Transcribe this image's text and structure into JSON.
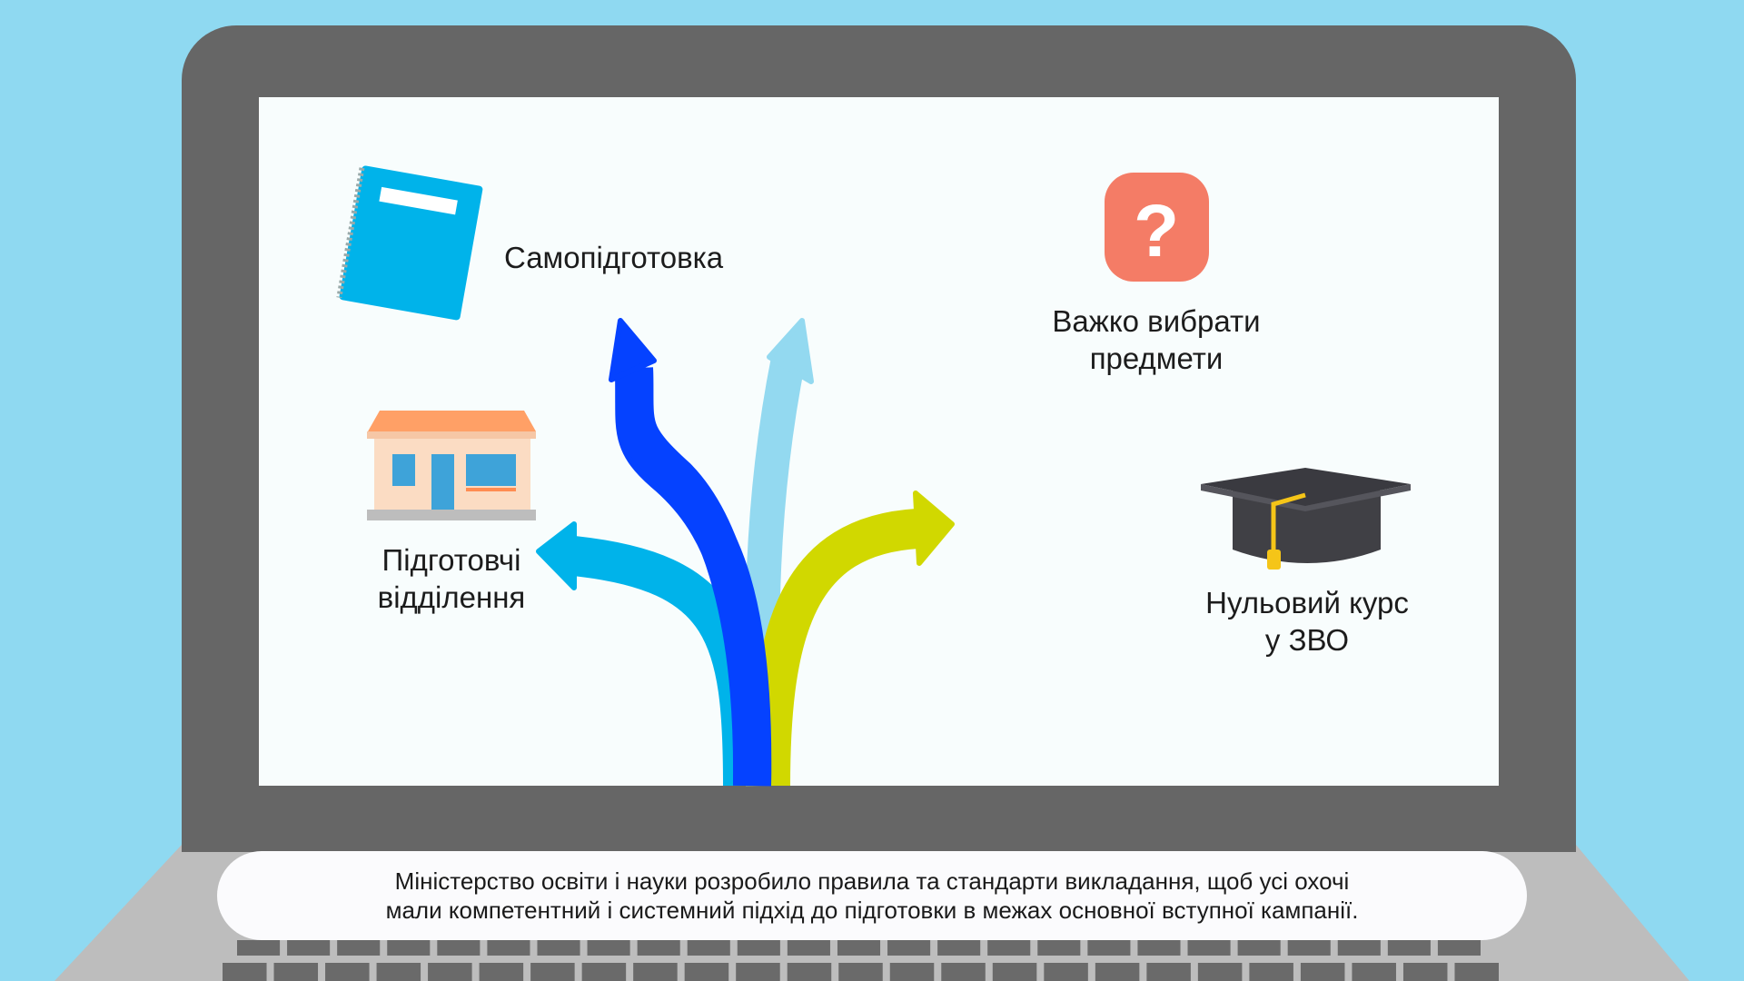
{
  "labels": {
    "self_study": "Самопідготовка",
    "hard_choice_line1": "Важко вибрати",
    "hard_choice_line2": "предмети",
    "prep_dept_line1": "Підготовчі",
    "prep_dept_line2": "відділення",
    "zero_course_line1": "Нульовий курс",
    "zero_course_line2": "у ЗВО"
  },
  "caption": {
    "line1": "Міністерство освіти і науки розробило правила та стандарти викладання, щоб усі охочі",
    "line2": "мали компетентний і системний підхід до підготовки в межах основної вступної кампанії."
  },
  "colors": {
    "background": "#8fd9f1",
    "bezel": "#666666",
    "arrow_blue": "#0542ff",
    "arrow_light": "#93d9f0",
    "arrow_cyan": "#00b3ea",
    "arrow_yellow": "#d1d800"
  }
}
